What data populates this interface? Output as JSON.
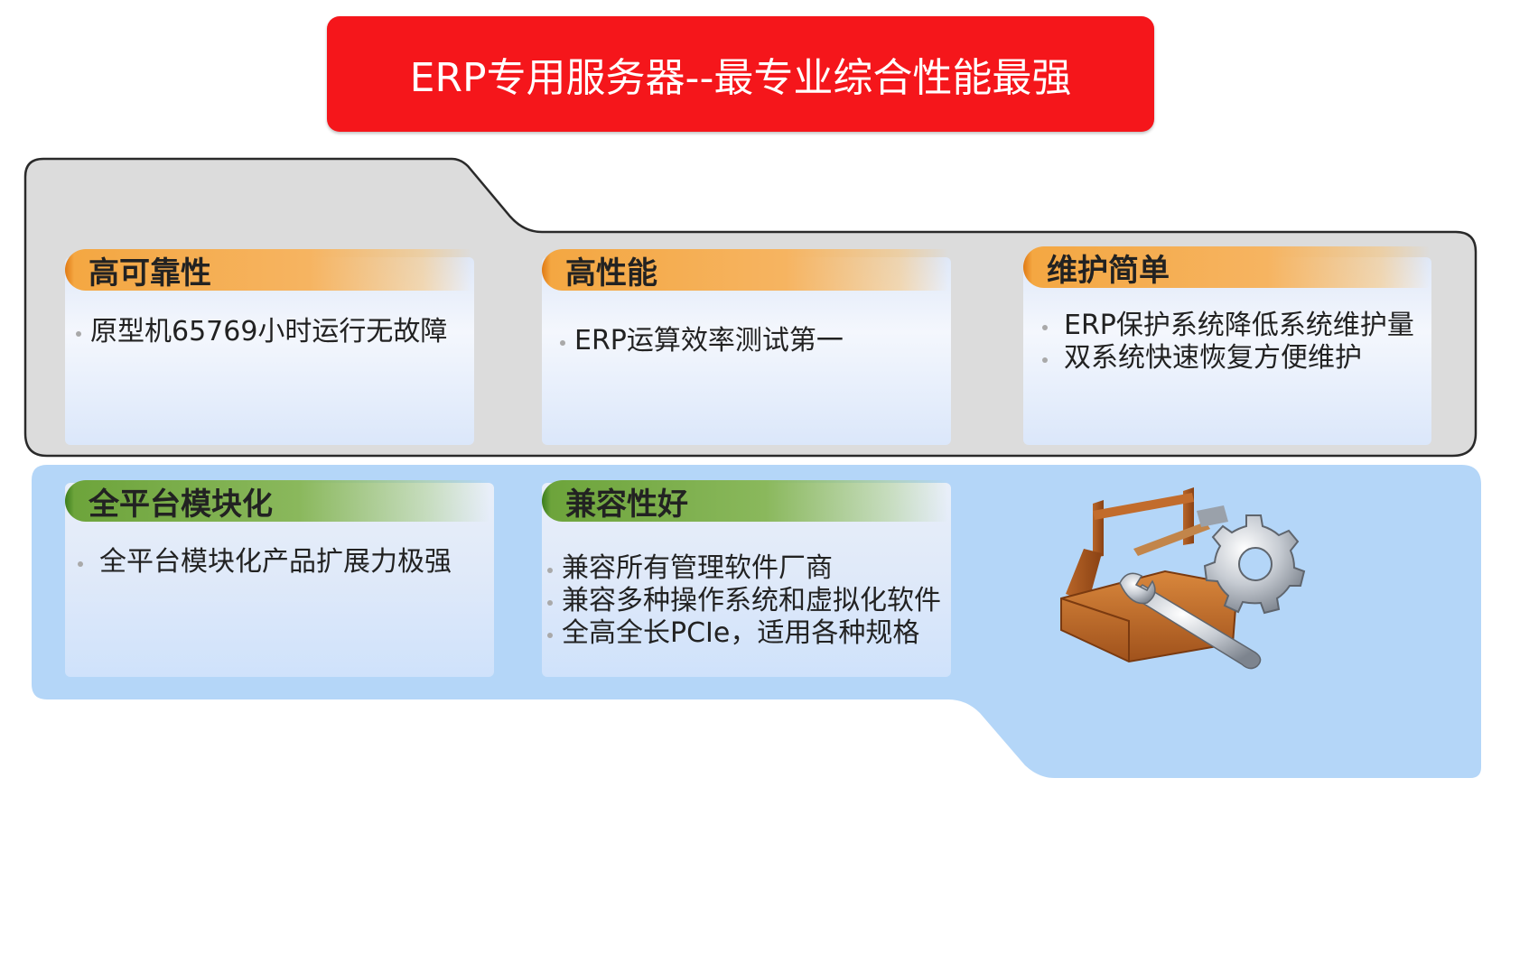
{
  "title": "ERP专用服务器--最专业综合性能最强",
  "features": [
    {
      "title": "高可靠性",
      "bullets": [
        "原型机65769小时运行无故障"
      ]
    },
    {
      "title": "高性能",
      "bullets": [
        "ERP运算效率测试第一"
      ]
    },
    {
      "title": "维护简单",
      "bullets": [
        "ERP保护系统降低系统维护量",
        "双系统快速恢复方便维护"
      ]
    },
    {
      "title": "全平台模块化",
      "bullets": [
        "全平台模块化产品扩展力极强"
      ]
    },
    {
      "title": "兼容性好",
      "bullets": [
        "兼容所有管理软件厂商",
        "兼容多种操作系统和虚拟化软件",
        "全高全长PCIe，适用各种规格"
      ]
    }
  ],
  "colors": {
    "title_bg": "#f5161b",
    "top_panel": "#dcdcdc",
    "bottom_panel": "#b4d6f8",
    "header_orange": "#f4a742",
    "header_green": "#6da43b"
  },
  "illustration": {
    "icon": "toolbox-gear-wrench-icon"
  }
}
